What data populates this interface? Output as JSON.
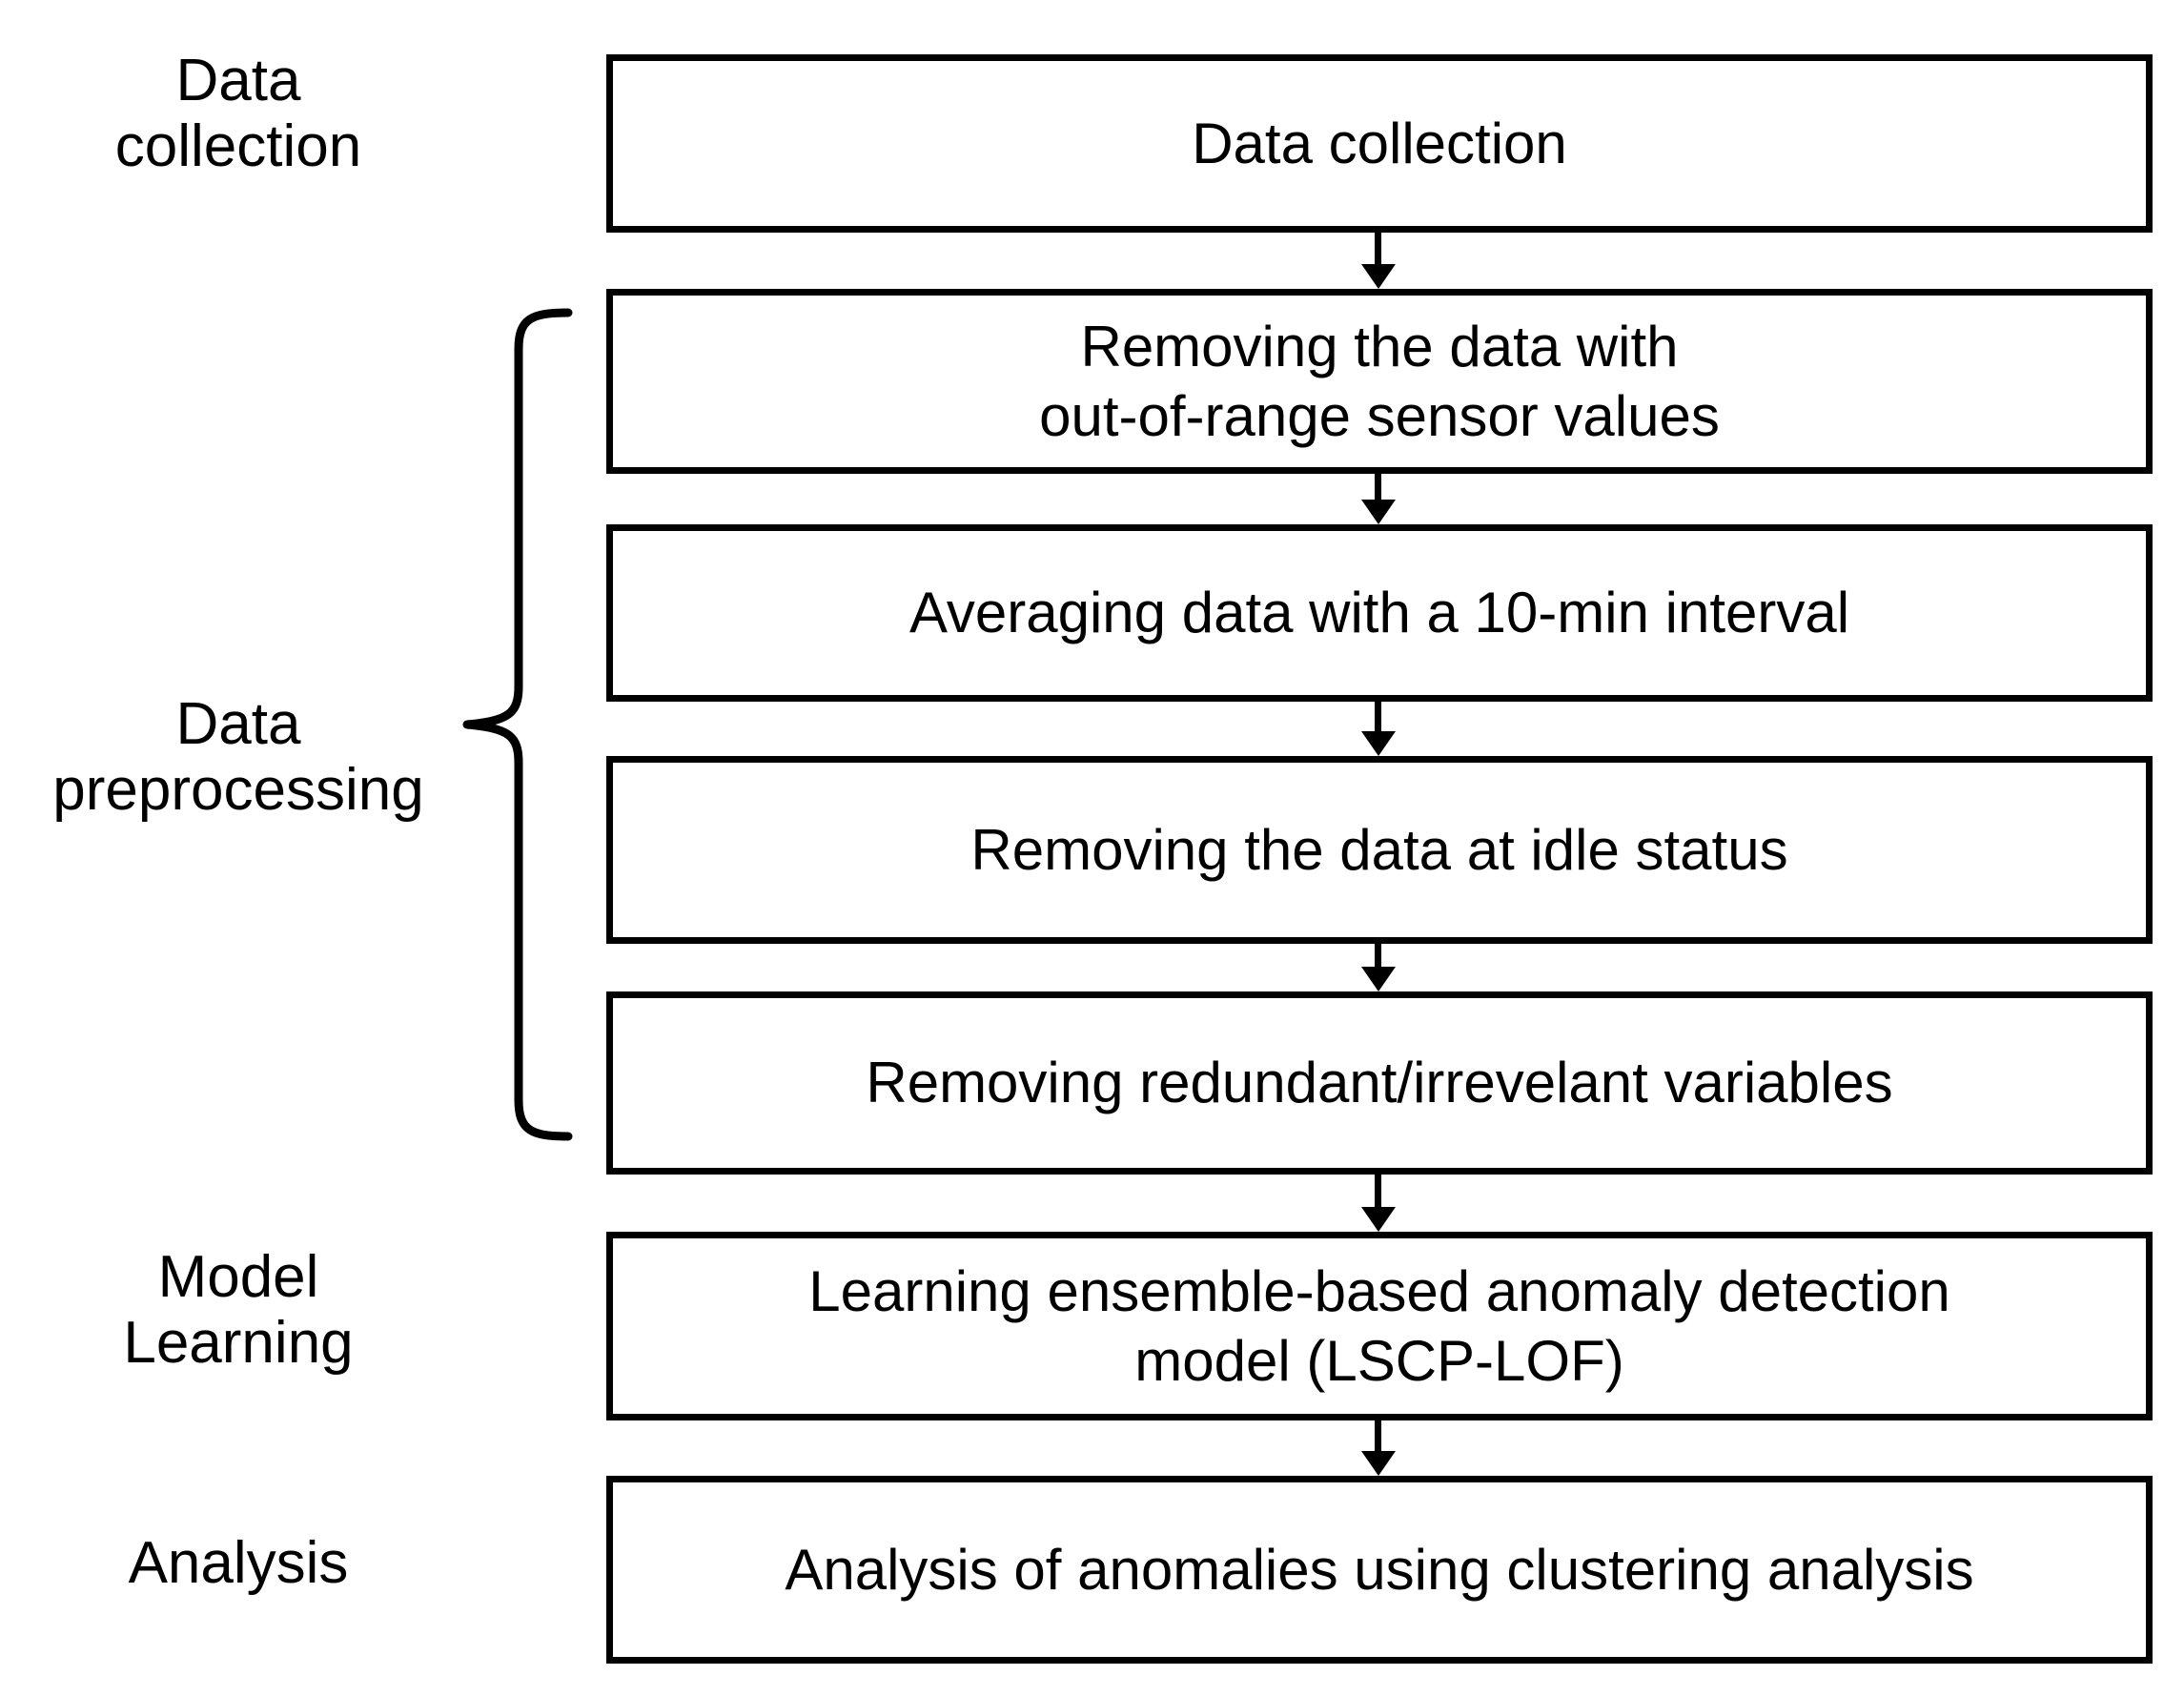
{
  "figure": {
    "type": "flowchart",
    "orientation": "vertical-top-to-bottom",
    "background_color": "#ffffff",
    "line_color": "#000000",
    "text_color": "#000000"
  },
  "stages": [
    {
      "id": "data-collection",
      "label": "Data\ncollection"
    },
    {
      "id": "data-preprocessing",
      "label": "Data\npreprocessing"
    },
    {
      "id": "model-learning",
      "label": "Model\nLearning"
    },
    {
      "id": "analysis",
      "label": "Analysis"
    }
  ],
  "steps": [
    {
      "id": "step-data-collection",
      "text": "Data collection",
      "stage": "data-collection"
    },
    {
      "id": "step-remove-out-of-range",
      "text": "Removing the data with\nout-of-range sensor values",
      "stage": "data-preprocessing"
    },
    {
      "id": "step-average-10min",
      "text": "Averaging data with a 10-min interval",
      "stage": "data-preprocessing"
    },
    {
      "id": "step-remove-idle",
      "text": "Removing the data at idle status",
      "stage": "data-preprocessing"
    },
    {
      "id": "step-remove-redundant",
      "text": "Removing redundant/irrevelant variables",
      "stage": "data-preprocessing"
    },
    {
      "id": "step-learn-model",
      "text": "Learning ensemble-based anomaly detection\nmodel (LSCP-LOF)",
      "stage": "model-learning"
    },
    {
      "id": "step-analyze-anomalies",
      "text": "Analysis of anomalies using clustering analysis",
      "stage": "analysis"
    }
  ],
  "connectors": [
    {
      "id": "arrow-1",
      "from": "step-data-collection",
      "to": "step-remove-out-of-range",
      "glyph": "down-arrow"
    },
    {
      "id": "arrow-2",
      "from": "step-remove-out-of-range",
      "to": "step-average-10min",
      "glyph": "down-arrow"
    },
    {
      "id": "arrow-3",
      "from": "step-average-10min",
      "to": "step-remove-idle",
      "glyph": "down-arrow"
    },
    {
      "id": "arrow-4",
      "from": "step-remove-idle",
      "to": "step-remove-redundant",
      "glyph": "down-arrow"
    },
    {
      "id": "arrow-5",
      "from": "step-remove-redundant",
      "to": "step-learn-model",
      "glyph": "down-arrow"
    },
    {
      "id": "arrow-6",
      "from": "step-learn-model",
      "to": "step-analyze-anomalies",
      "glyph": "down-arrow"
    }
  ],
  "brace": {
    "id": "preprocessing-brace",
    "groups_steps": [
      "step-remove-out-of-range",
      "step-average-10min",
      "step-remove-idle",
      "step-remove-redundant"
    ],
    "labels_stage": "data-preprocessing",
    "orientation": "left-pointing"
  }
}
